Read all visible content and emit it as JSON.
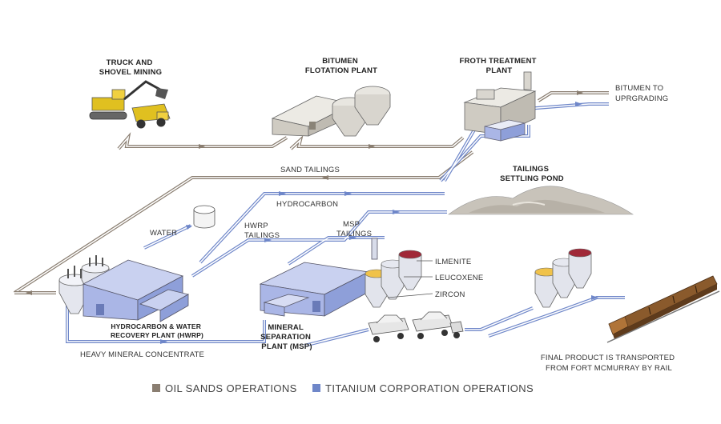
{
  "colors": {
    "oil_sands": "#8a7e71",
    "titanium": "#6f87c9",
    "building_blue": "#aab6e6",
    "building_gray": "#d9d6cf"
  },
  "labels": {
    "truck_mining": [
      "TRUCK AND",
      "SHOVEL MINING"
    ],
    "bitumen_flotation": [
      "BITUMEN",
      "FLOTATION PLANT"
    ],
    "froth_treatment": [
      "FROTH TREATMENT",
      "PLANT"
    ],
    "bitumen_upgrading": [
      "BITUMEN TO",
      "UPRGRADING"
    ],
    "sand_tailings": "SAND TAILINGS",
    "tailings_pond": [
      "TAILINGS",
      "SETTLING POND"
    ],
    "hydrocarbon": "HYDROCARBON",
    "water": "WATER",
    "hwrp_tailings": [
      "HWRP",
      "TAILINGS"
    ],
    "msp_tailings": [
      "MSP",
      "TAILINGS"
    ],
    "ilmenite": "ILMENITE",
    "leucoxene": "LEUCOXENE",
    "zircon": "ZIRCON",
    "hwrp": [
      "HYDROCARBON & WATER",
      "RECOVERY PLANT (HWRP)"
    ],
    "msp": [
      "MINERAL",
      "SEPARATION",
      "PLANT (MSP)"
    ],
    "heavy_mineral": "HEAVY MINERAL CONCENTRATE",
    "final_product": [
      "FINAL PRODUCT IS TRANSPORTED",
      "FROM FORT MCMURRAY BY RAIL"
    ]
  },
  "legend": {
    "oil_sands": "OIL SANDS OPERATIONS",
    "titanium": "TITANIUM CORPORATION OPERATIONS"
  }
}
